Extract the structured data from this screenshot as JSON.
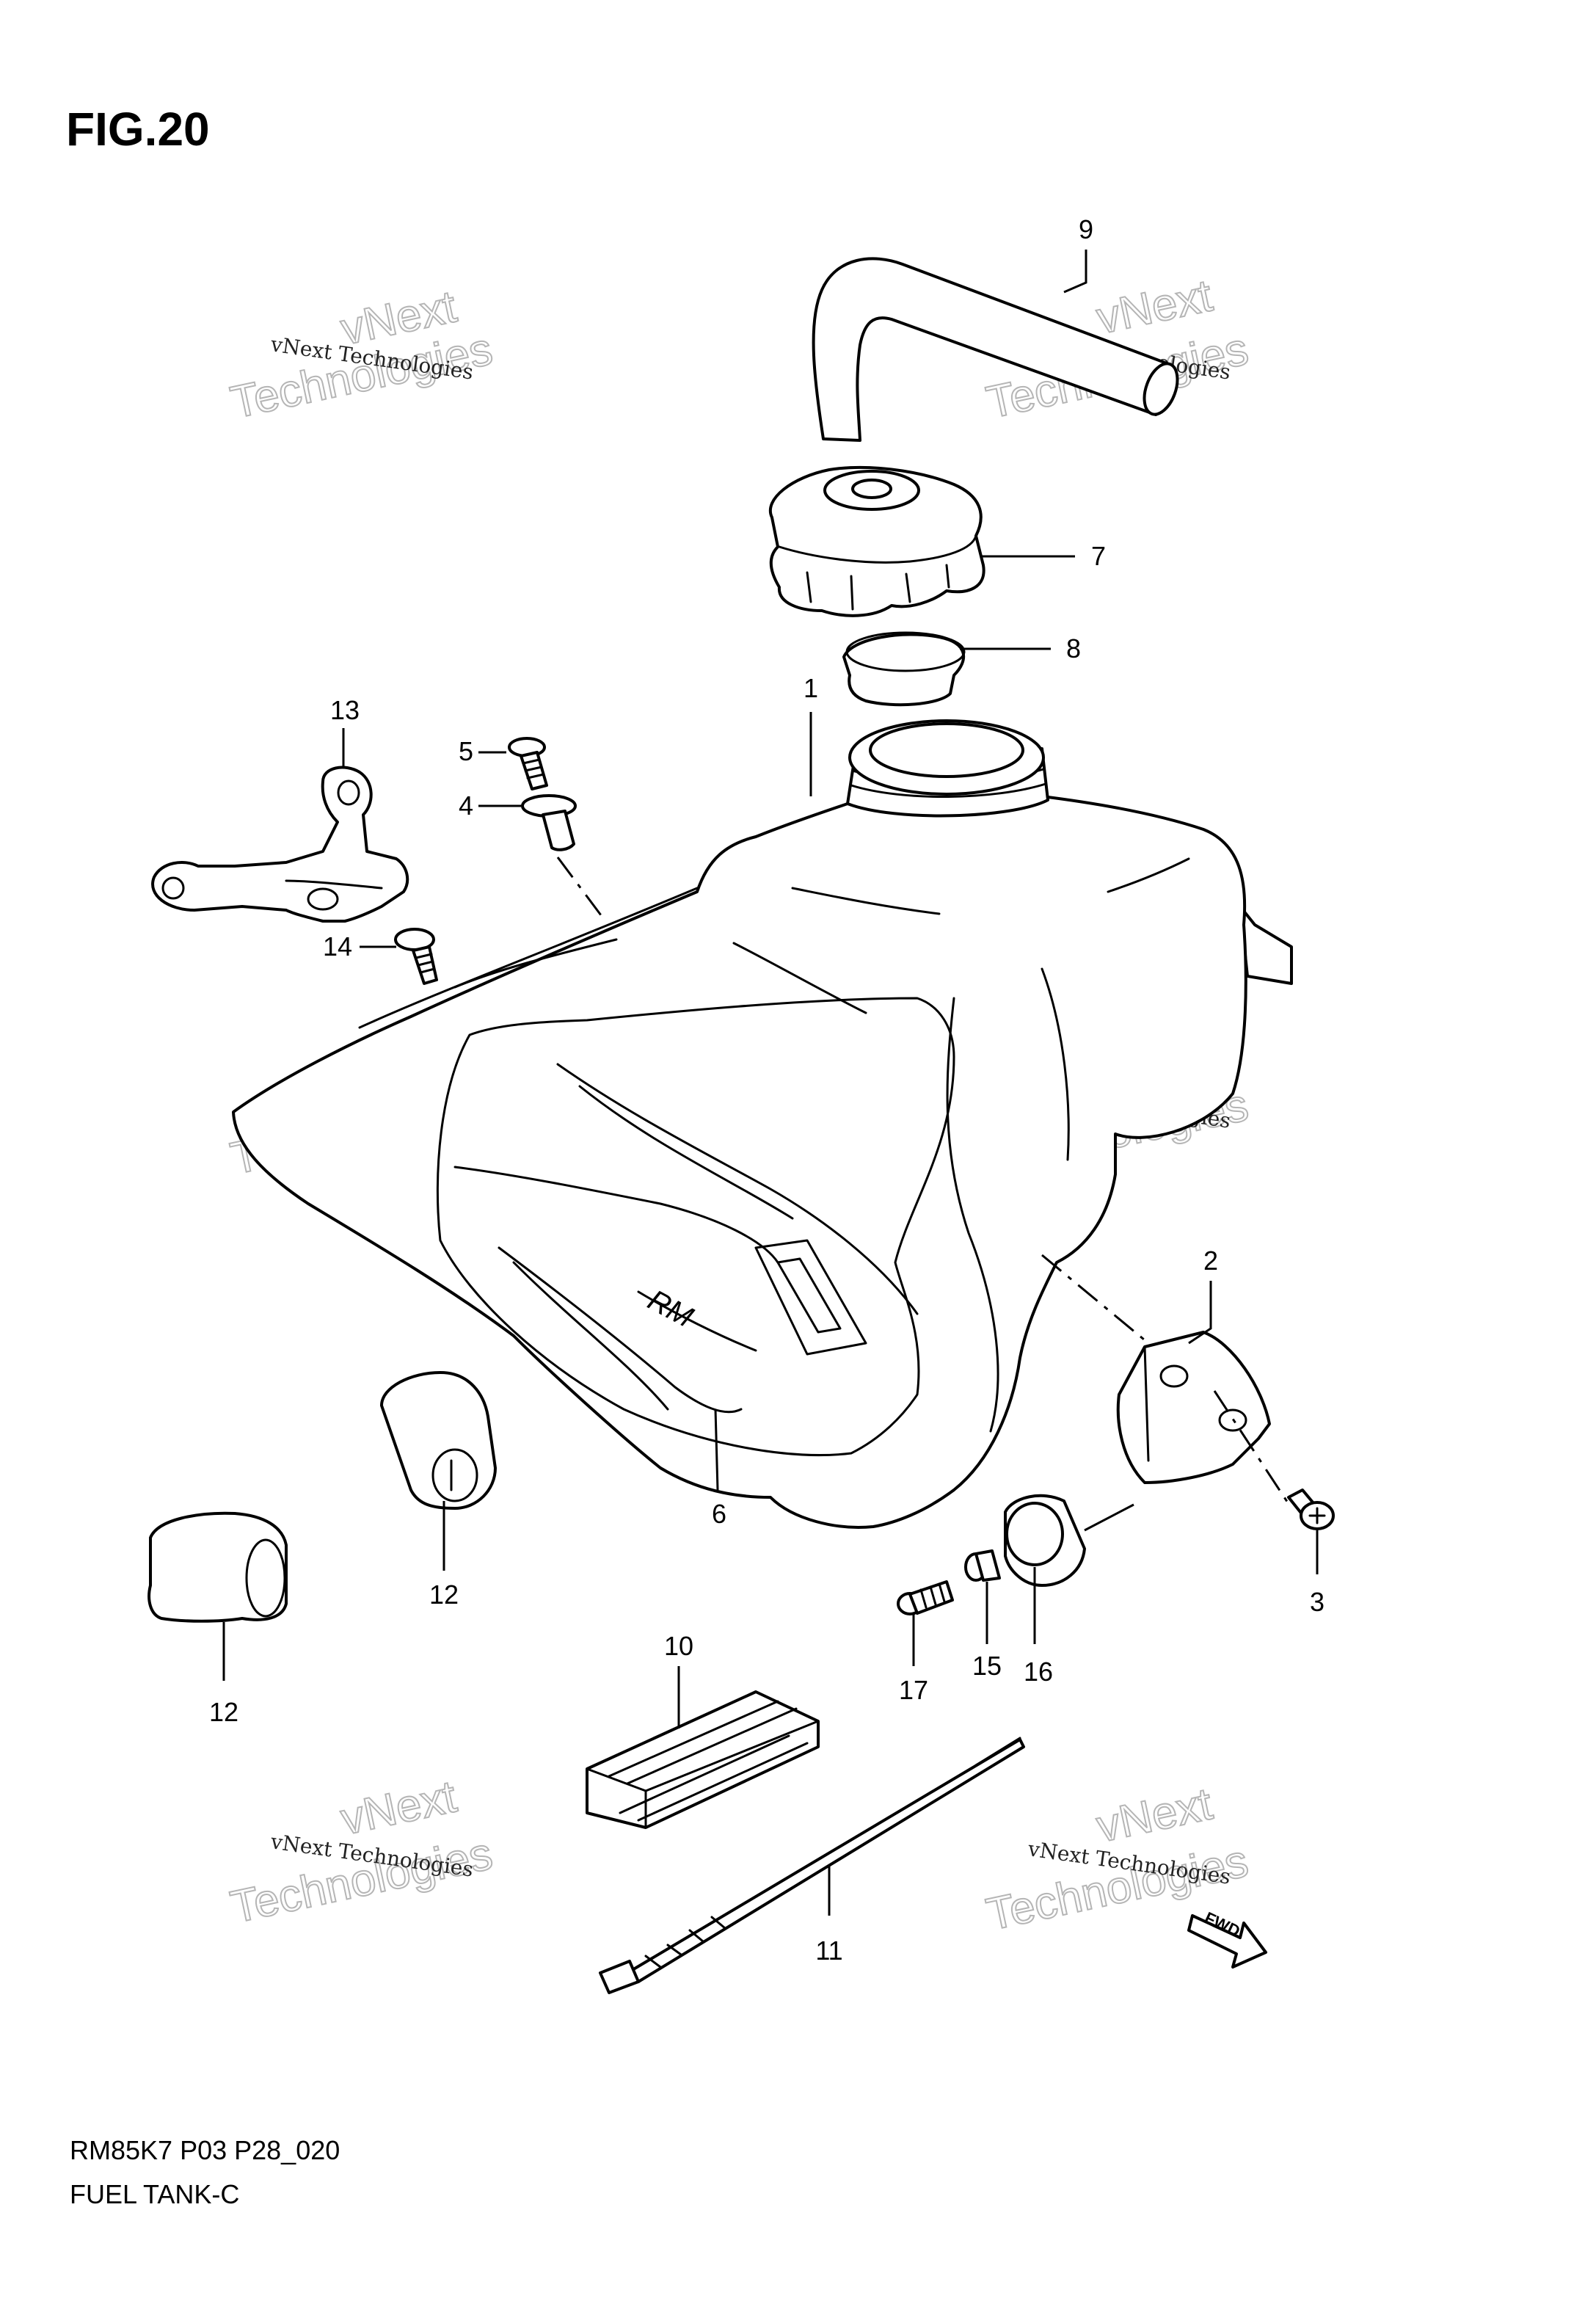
{
  "figure": {
    "title": "FIG.20",
    "footer_code": "RM85K7 P03 P28_020",
    "footer_name": "FUEL TANK-C"
  },
  "callouts": [
    "1",
    "2",
    "3",
    "4",
    "5",
    "6",
    "7",
    "8",
    "9",
    "10",
    "11",
    "12",
    "12",
    "13",
    "14",
    "15",
    "16",
    "17"
  ],
  "watermark": {
    "line_small": "vNext Technologies",
    "line_big": "Technologies",
    "line_top": "vNext"
  },
  "marks": {
    "fwd": "FWD",
    "tank_logo": "RM"
  }
}
